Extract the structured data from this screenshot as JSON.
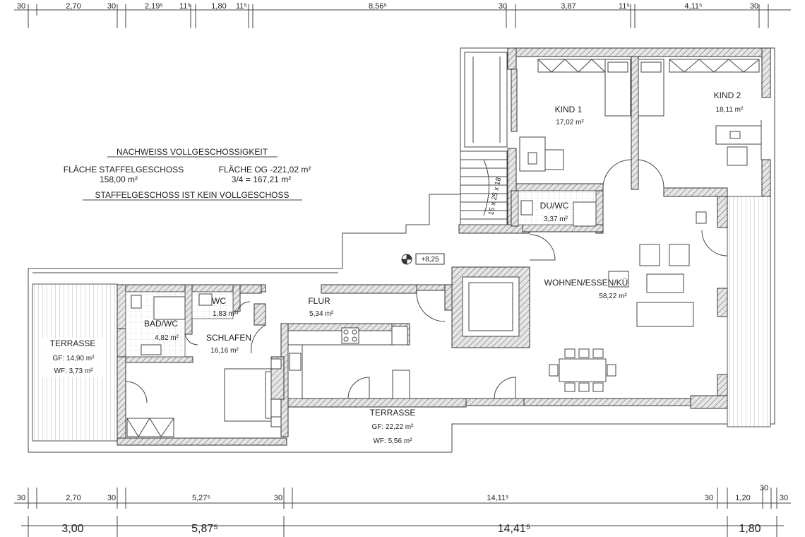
{
  "dims_top": [
    "30",
    "2,70",
    "30",
    "2,19⁵",
    "11⁵",
    "1,80",
    "11⁵",
    "8,56⁵",
    "30",
    "3,87",
    "11⁵",
    "4,11⁵",
    "30"
  ],
  "dims_bottom": [
    "30",
    "2,70",
    "30",
    "5,27⁵",
    "30",
    "14,11⁵",
    "30",
    "1,20",
    "30",
    "30"
  ],
  "dims_total": [
    "3,00",
    "5,87⁵",
    "14,41⁵",
    "1,80"
  ],
  "note": {
    "title": "NACHWEISS VOLLGESCHOSSIGKEIT",
    "col1_label": "FLÄCHE STAFFELGESCHOSS",
    "col1_value": "158,00 m²",
    "col2_label": "FLÄCHE OG -221,02 m²",
    "col2_value": "3/4    = 167,21 m²",
    "conclusion": "STAFFELGESCHOSS IST KEIN VOLLGESCHOSS"
  },
  "rooms": {
    "kind1": {
      "name": "KIND 1",
      "area": "17,02 m²"
    },
    "kind2": {
      "name": "KIND 2",
      "area": "18,11 m²"
    },
    "duwc": {
      "name": "DU/WC",
      "area": "3,37 m²"
    },
    "wohnen": {
      "name": "WOHNEN/ESSEN/KÜ",
      "area": "58,22 m²"
    },
    "flur": {
      "name": "FLUR",
      "area": "5,34 m²"
    },
    "wc": {
      "name": "WC",
      "area": "1,83 m²"
    },
    "badwc": {
      "name": "BAD/WC",
      "area": "4,82 m²"
    },
    "schlafen": {
      "name": "SCHLAFEN",
      "area": "16,16 m²"
    },
    "terrasse_west": {
      "name": "TERRASSE",
      "gf": "GF:  14,90 m²",
      "wf": "WF:   3,73 m²"
    },
    "terrasse_south": {
      "name": "TERRASSE",
      "gf": "GF: 22,22 m²",
      "wf": "WF:   5,56 m²"
    }
  },
  "level_mark": "+8,25",
  "stair_label": "15 x 25 x 18",
  "colors": {
    "wall_fill": "#d9d9d9",
    "line": "#333333",
    "background": "#ffffff"
  }
}
